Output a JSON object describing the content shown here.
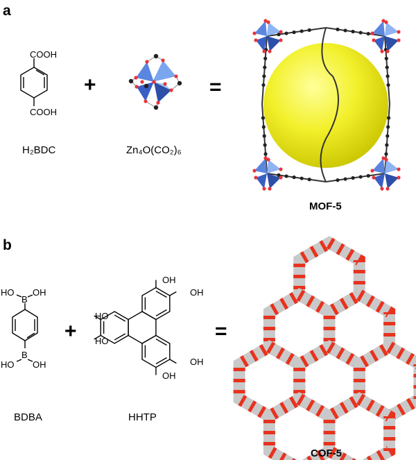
{
  "panel_a": {
    "label": "a",
    "linker": {
      "top_group": "COOH",
      "bottom_group": "COOH",
      "name": "H₂BDC"
    },
    "plus": "+",
    "cluster": {
      "name": "Zn₄O(CO₂)₆"
    },
    "equals": "=",
    "product": {
      "name": "MOF-5"
    }
  },
  "panel_b": {
    "label": "b",
    "linker": {
      "group_left": "HO",
      "group_right": "OH",
      "boron": "B",
      "name": "BDBA"
    },
    "plus": "+",
    "node": {
      "hydroxyl": "OH",
      "hydroxyl_left": "HO",
      "name": "HHTP"
    },
    "equals": "=",
    "product": {
      "name": "COF-5"
    }
  },
  "colors": {
    "sphere": "#f2f02a",
    "tetrahedra": "#4a78d8",
    "oxygen": "#e8343a",
    "carbon": "#222222",
    "cof_gray": "#c9c9c9",
    "cof_red": "#e8321e"
  }
}
